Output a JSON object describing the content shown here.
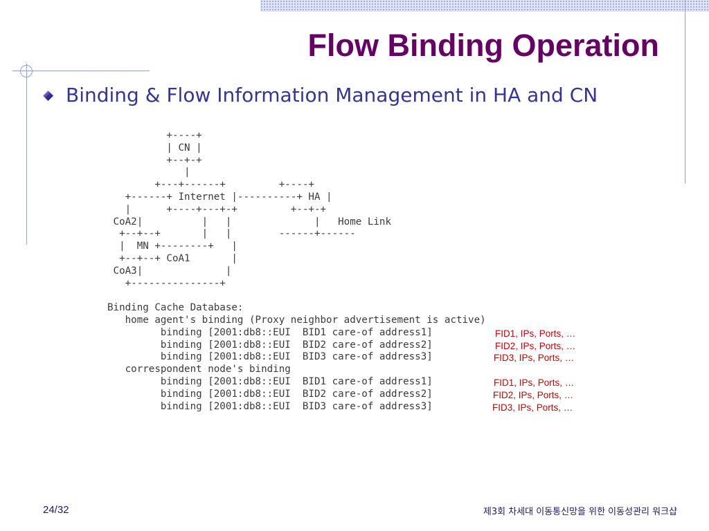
{
  "slide": {
    "title": "Flow Binding Operation",
    "bullet": "Binding & Flow Information Management in HA and CN",
    "diagram_text": "          +----+\n          | CN |\n          +--+-+\n             |\n        +---+------+         +----+\n   +------+ Internet |----------+ HA |\n   |      +----+---+-+         +--+-+\n CoA2|          |   |              |   Home Link\n  +--+--+       |   |        ------+------\n  |  MN +--------+   |\n  +--+--+ CoA1       |\n CoA3|              |\n   +---------------+\n\nBinding Cache Database:\n   home agent's binding (Proxy neighbor advertisement is active)\n         binding [2001:db8::EUI  BID1 care-of address1]\n         binding [2001:db8::EUI  BID2 care-of address2]\n         binding [2001:db8::EUI  BID3 care-of address3]\n   correspondent node's binding\n         binding [2001:db8::EUI  BID1 care-of address1]\n         binding [2001:db8::EUI  BID2 care-of address2]\n         binding [2001:db8::EUI  BID3 care-of address3]",
    "flow_info": [
      "FID1, IPs, Ports, …",
      "FID2, IPs, Ports, …",
      "FID3, IPs, Ports, …",
      "FID1, IPs, Ports, …",
      "FID2, IPs, Ports, …",
      "FID3, IPs, Ports, …"
    ],
    "page_number": "24/32",
    "footer": "제3회 차세대 이동통신망을 위한 이동성관리 워크샵"
  },
  "colors": {
    "title": "#660066",
    "bullet_text": "#333399",
    "flow_info": "#cc0000",
    "accent_lines": "#8ea0d6",
    "footer": "#1a1a66"
  },
  "icons": {
    "bullet": "diamond-bullet-icon"
  }
}
